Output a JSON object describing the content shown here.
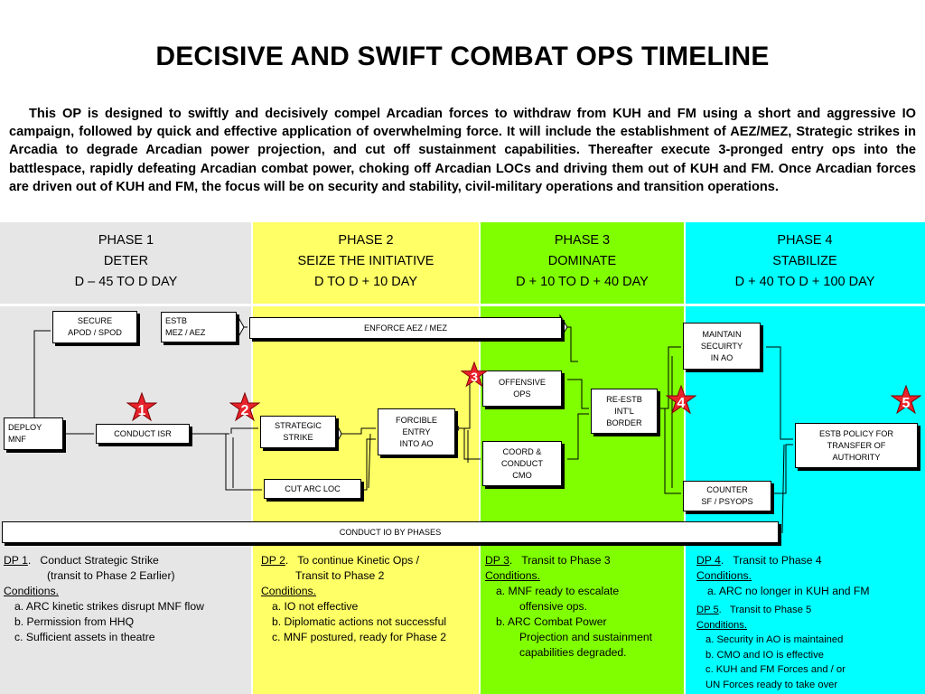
{
  "title": "DECISIVE AND SWIFT COMBAT OPS TIMELINE",
  "intro": "This OP is designed to swiftly and decisively compel Arcadian forces to withdraw from KUH and FM using a short and aggressive IO campaign, followed by quick and effective application of overwhelming force. It will include the establishment of AEZ/MEZ, Strategic strikes in Arcadia to degrade Arcadian power projection, and cut off sustainment capabilities. Thereafter execute 3-pronged entry ops into the battlespace, rapidly defeating Arcadian combat power, choking off Arcadian LOCs and driving them out of KUH and FM. Once Arcadian forces are driven out of KUH and FM, the focus will be on security and stability, civil-military operations and transition operations.",
  "colors": {
    "phase1": "#e6e6e6",
    "phase2": "#ffff66",
    "phase3": "#80ff00",
    "phase4": "#00ffff",
    "star": "#e8222b"
  },
  "phases": [
    {
      "name": "PHASE 1",
      "title": "DETER",
      "range": "D – 45 TO D DAY"
    },
    {
      "name": "PHASE 2",
      "title": "SEIZE THE INITIATIVE",
      "range": "D TO D + 10 DAY"
    },
    {
      "name": "PHASE 3",
      "title": "DOMINATE",
      "range": "D + 10 TO D + 40 DAY"
    },
    {
      "name": "PHASE 4",
      "title": "STABILIZE",
      "range": "D + 40 TO D + 100 DAY"
    }
  ],
  "boxes": {
    "secure": [
      "SECURE",
      "APOD / SPOD"
    ],
    "estb_mez": [
      "ESTB",
      "MEZ / AEZ"
    ],
    "enforce": "ENFORCE AEZ / MEZ",
    "deploy": [
      "DEPLOY",
      "MNF"
    ],
    "conduct_isr": "CONDUCT ISR",
    "strategic": [
      "STRATEGIC",
      "STRIKE"
    ],
    "cut_arc": "CUT ARC LOC",
    "forcible": [
      "FORCIBLE",
      "ENTRY",
      "INTO AO"
    ],
    "offensive": [
      "OFFENSIVE",
      "OPS"
    ],
    "coord": [
      "COORD &",
      "CONDUCT",
      "CMO"
    ],
    "reestb": [
      "RE-ESTB",
      "INT'L",
      "BORDER"
    ],
    "maintain": [
      "MAINTAIN",
      "SECUIRTY",
      "IN AO"
    ],
    "counter": [
      "COUNTER",
      "SF / PSYOPS"
    ],
    "estb_policy": [
      "ESTB POLICY FOR",
      "TRANSFER OF",
      "AUTHORITY"
    ],
    "conduct_io": "CONDUCT IO BY PHASES"
  },
  "stars": [
    "1",
    "2",
    "3",
    "4",
    "5"
  ],
  "decision_points": {
    "dp1": {
      "label": "DP 1",
      "text": "Conduct Strategic Strike",
      "sub": "(transit to Phase 2 Earlier)",
      "conditions": "Conditions.",
      "items": [
        "a. ARC kinetic strikes disrupt MNF flow",
        "b. Permission from HHQ",
        "c. Sufficient assets in theatre"
      ]
    },
    "dp2": {
      "label": "DP 2",
      "text": "To continue Kinetic Ops /",
      "sub": "Transit to Phase 2",
      "conditions": "Conditions.",
      "items": [
        "a. IO not effective",
        "b. Diplomatic actions not successful",
        "c. MNF postured, ready for Phase 2"
      ]
    },
    "dp3": {
      "label": "DP 3",
      "text": "Transit to Phase 3",
      "conditions": "Conditions.",
      "items": [
        "a. MNF ready to escalate",
        "offensive ops.",
        "b. ARC Combat Power",
        "Projection and sustainment",
        "capabilities degraded."
      ]
    },
    "dp4": {
      "label": "DP 4",
      "text": "Transit to Phase 4",
      "conditions": "Conditions.",
      "items": [
        "a. ARC no longer in KUH and FM"
      ]
    },
    "dp5": {
      "label": "DP 5",
      "text": "Transit to Phase 5",
      "conditions": "Conditions.",
      "items": [
        "a. Security in AO is maintained",
        "b. CMO and IO is effective",
        "c. KUH and FM Forces and / or",
        "UN Forces ready to take over"
      ]
    }
  }
}
